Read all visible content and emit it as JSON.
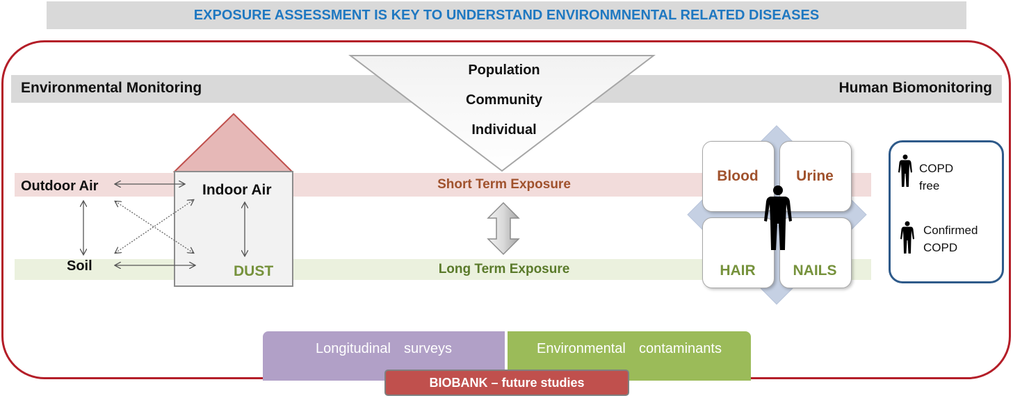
{
  "title": "EXPOSURE ASSESSMENT IS KEY TO UNDERSTAND ENVIRONMNENTAL RELATED DISEASES",
  "header": {
    "left": "Environmental Monitoring",
    "right": "Human Biomonitoring"
  },
  "levels": [
    "Population",
    "Community",
    "Individual"
  ],
  "environment": {
    "outdoor_air": "Outdoor Air",
    "indoor_air": "Indoor Air",
    "soil": "Soil",
    "dust": "DUST"
  },
  "exposure": {
    "short": "Short Term Exposure",
    "long": "Long Term Exposure"
  },
  "biomonitoring": {
    "blood": "Blood",
    "urine": "Urine",
    "hair": "HAIR",
    "nails": "NAILS"
  },
  "copd": {
    "free_line1": "COPD",
    "free_line2": "free",
    "confirmed_line1": "Confirmed",
    "confirmed_line2": "COPD"
  },
  "bottom": {
    "surveys": "Longitudinal  surveys",
    "contaminants": "Environmental  contaminants",
    "biobank": "BIOBANK – future studies"
  },
  "colors": {
    "frame": "#b41e28",
    "title_text": "#1f78c1",
    "short_band": "#f2dcdb",
    "long_band": "#ebf1de",
    "house_roof": "#e6b8b7",
    "surveys_bar": "#b1a0c7",
    "contaminants_bar": "#9bbb59",
    "biobank": "#c0504d",
    "copd_border": "#2e5a8a"
  }
}
